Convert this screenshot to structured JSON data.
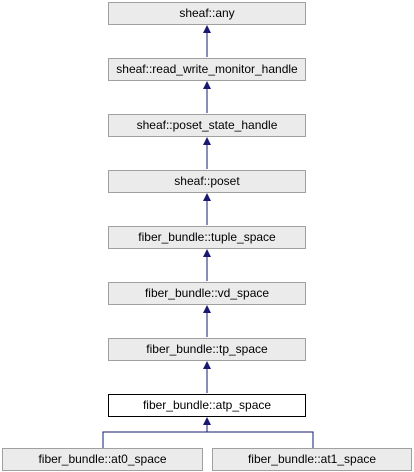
{
  "nodes": {
    "any": "sheaf::any",
    "read_write_monitor_handle": "sheaf::read_write_monitor_handle",
    "poset_state_handle": "sheaf::poset_state_handle",
    "poset": "sheaf::poset",
    "tuple_space": "fiber_bundle::tuple_space",
    "vd_space": "fiber_bundle::vd_space",
    "tp_space": "fiber_bundle::tp_space",
    "atp_space": "fiber_bundle::atp_space",
    "at0_space": "fiber_bundle::at0_space",
    "at1_space": "fiber_bundle::at1_space"
  },
  "colors": {
    "edge": "#191970",
    "node_fill": "#ebebeb",
    "node_border": "#a0a0a0",
    "current_node_border": "#000000"
  }
}
